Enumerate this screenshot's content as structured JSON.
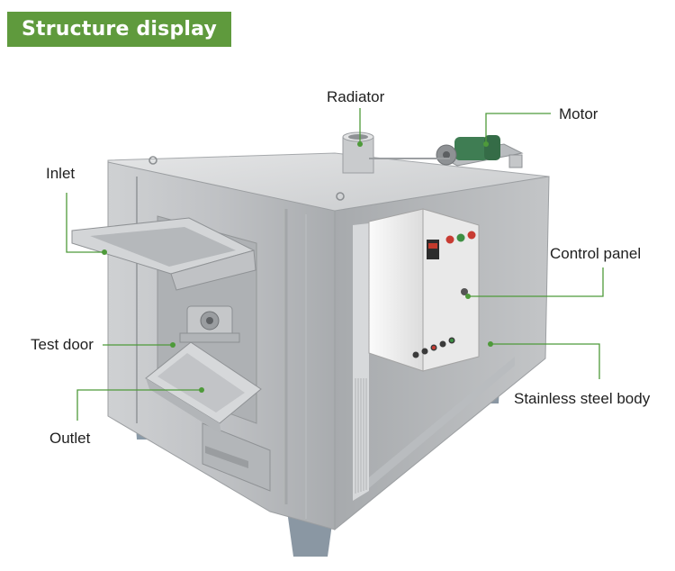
{
  "title": "Structure display",
  "colors": {
    "accent": "#5f9a3d",
    "leader": "#4e9a3a",
    "steel_light": "#d2d4d6",
    "steel_mid": "#b7babd",
    "steel_dark": "#94979a",
    "cabinet": "#f1f1f1"
  },
  "labels": {
    "radiator": "Radiator",
    "motor": "Motor",
    "inlet": "Inlet",
    "control_panel": "Control panel",
    "test_door": "Test door",
    "stainless_body": "Stainless steel body",
    "outlet": "Outlet"
  }
}
